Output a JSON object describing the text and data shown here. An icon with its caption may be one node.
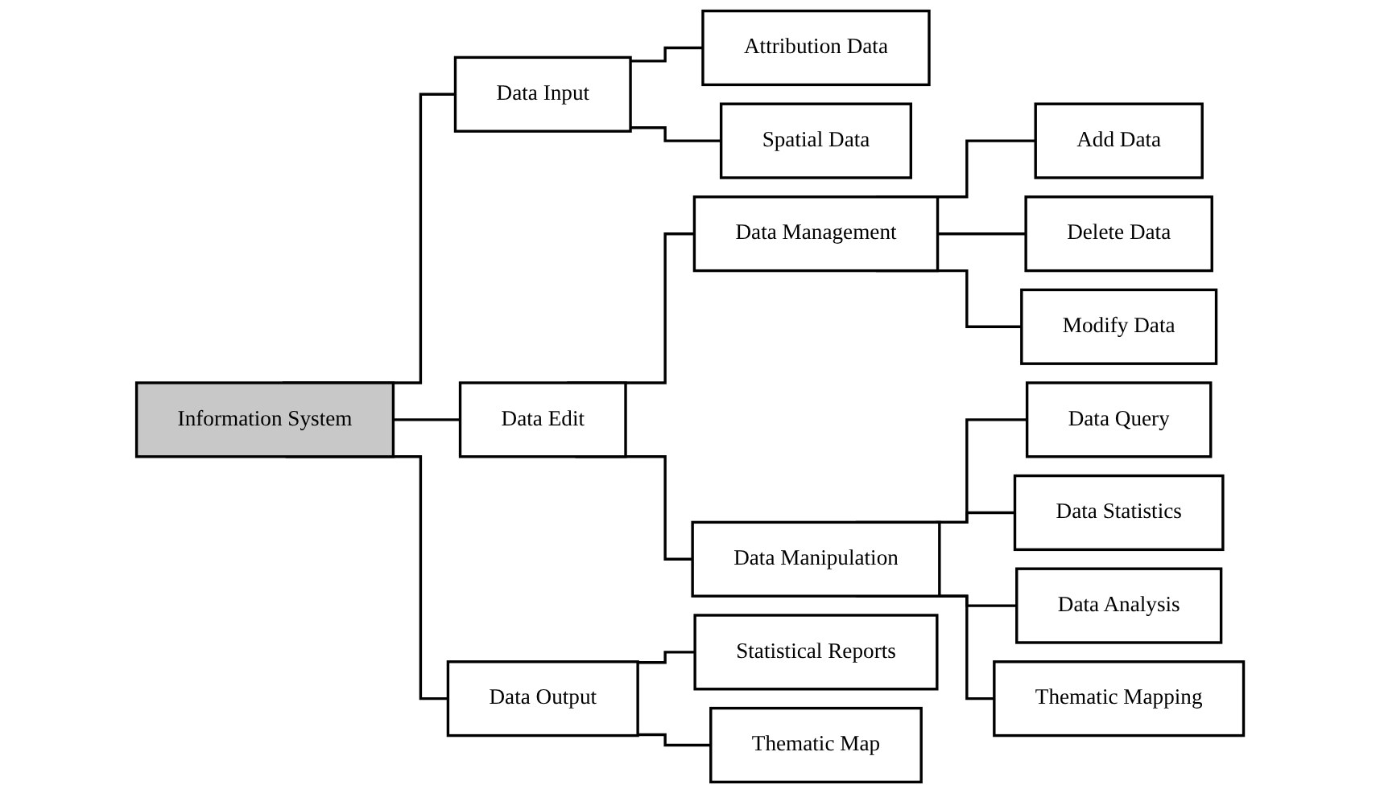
{
  "diagram": {
    "nodes": [
      {
        "text": [
          "Information System"
        ]
      },
      {
        "text": [
          "Data Input"
        ]
      },
      {
        "text": [
          "Attribution Data"
        ]
      },
      {
        "text": [
          "Spatial Data"
        ]
      },
      {
        "text": [
          "Data Edit"
        ]
      },
      {
        "text": [
          "Data Management"
        ]
      },
      {
        "text": [
          "Add Data"
        ]
      },
      {
        "text": [
          "Delete Data"
        ]
      },
      {
        "text": [
          "Modify Data"
        ]
      },
      {
        "text": [
          "Data Manipulation"
        ]
      },
      {
        "text": [
          "Data Query"
        ]
      },
      {
        "text": [
          "Data Statistics"
        ]
      },
      {
        "text": [
          "Data Analysis"
        ]
      },
      {
        "text": [
          "Thematic Mapping"
        ]
      },
      {
        "text": [
          "Data Output"
        ]
      },
      {
        "text": [
          "Statistical Reports"
        ]
      },
      {
        "text": [
          "Thematic Map"
        ]
      }
    ],
    "edges": [
      {
        "from": 0,
        "to": 1,
        "arrow": "none"
      },
      {
        "from": 1,
        "to": 2,
        "arrow": "none"
      },
      {
        "from": 1,
        "to": 3,
        "arrow": "none"
      },
      {
        "from": 0,
        "to": 4,
        "arrow": "none"
      },
      {
        "from": 4,
        "to": 5,
        "arrow": "none"
      },
      {
        "from": 5,
        "to": 6,
        "arrow": "none"
      },
      {
        "from": 5,
        "to": 7,
        "arrow": "none"
      },
      {
        "from": 5,
        "to": 8,
        "arrow": "none"
      },
      {
        "from": 4,
        "to": 9,
        "arrow": "none"
      },
      {
        "from": 9,
        "to": 10,
        "arrow": "none"
      },
      {
        "from": 9,
        "to": 11,
        "arrow": "none"
      },
      {
        "from": 9,
        "to": 12,
        "arrow": "none"
      },
      {
        "from": 9,
        "to": 13,
        "arrow": "none"
      },
      {
        "from": 0,
        "to": 14,
        "arrow": "none"
      },
      {
        "from": 14,
        "to": 15,
        "arrow": "none"
      },
      {
        "from": 14,
        "to": 16,
        "arrow": "none"
      }
    ]
  }
}
